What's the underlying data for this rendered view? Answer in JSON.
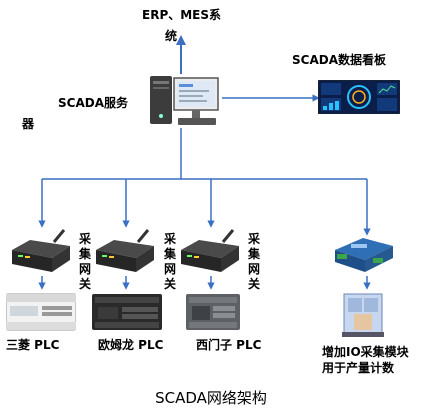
{
  "top_system": {
    "line1": "ERP、MES系",
    "line2": "统"
  },
  "scada_server": {
    "line1": "SCADA服务",
    "line2": "器"
  },
  "scada_board": {
    "label": "SCADA数据看板"
  },
  "gateways": [
    {
      "label": "采集网关",
      "plc": "三菱 PLC"
    },
    {
      "label": "采集网关",
      "plc": "欧姆龙 PLC"
    },
    {
      "label": "采集网关",
      "plc": "西门子 PLC"
    }
  ],
  "io_module": {
    "line1": "增加IO采集模块",
    "line2": "用于产量计数"
  },
  "caption": "SCADA网络架构",
  "colors": {
    "line": "#3a6fc4",
    "device": "#2b2b2b",
    "screen": "#0b1e4a"
  }
}
